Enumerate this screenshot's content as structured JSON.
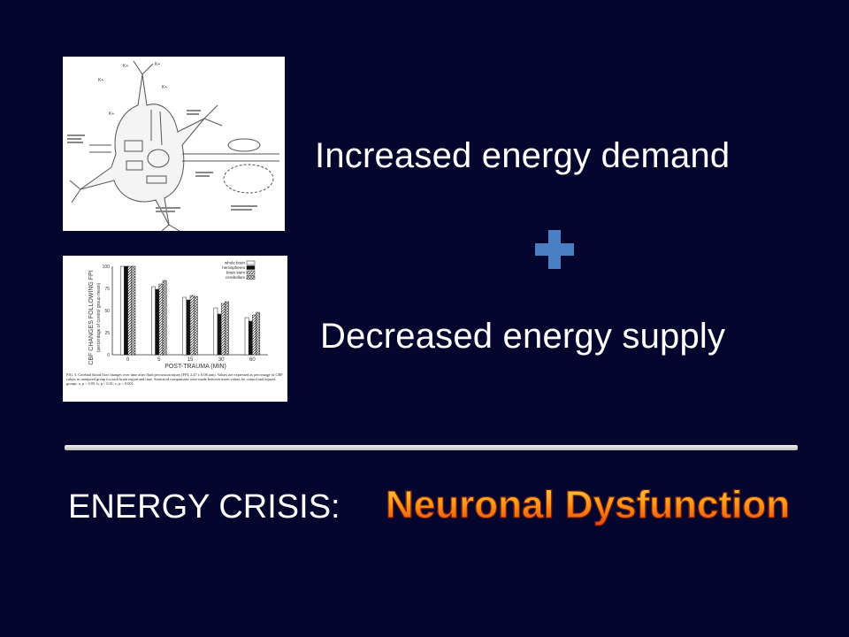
{
  "slide": {
    "demand_text": "Increased energy demand",
    "supply_text": "Decreased energy supply",
    "crisis_label": "ENERGY CRISIS:",
    "crisis_highlight": "Neuronal Dysfunction",
    "plus_icon": "plus-icon",
    "colors": {
      "background": "#05062e",
      "text": "#ffffff",
      "plus": "#4a7fc4",
      "highlight_top": "#ffd24a",
      "highlight_bottom": "#e2410f"
    }
  },
  "figure_neuron": {
    "labels": [
      "K+",
      "K+",
      "K+",
      "K+",
      "K+"
    ]
  },
  "figure_chart": {
    "chart_data": {
      "type": "bar",
      "ylabel": "CBF CHANGES FOLLOWING FPI",
      "ylabel2": "(percentage of control group mean)",
      "xlabel": "POST-TRAUMA (MIN)",
      "categories": [
        "0",
        "5",
        "15",
        "30",
        "60"
      ],
      "yticks": [
        "100",
        "75",
        "50",
        "25",
        "0"
      ],
      "ylim": [
        0,
        100
      ],
      "series": [
        {
          "name": "whole brain",
          "values": [
            100,
            77,
            65,
            53,
            42
          ]
        },
        {
          "name": "hemispheres",
          "values": [
            100,
            74,
            62,
            46,
            38
          ]
        },
        {
          "name": "brain stem",
          "values": [
            100,
            80,
            67,
            58,
            45
          ]
        },
        {
          "name": "cerebellum",
          "values": [
            100,
            84,
            66,
            60,
            48
          ]
        }
      ],
      "caption": "FIG. 3. Cerebral blood flow changes over time after fluid percussion injury (FPI, 2.47 ± 0.08 atm). Values are expressed as percentage of CBF values in uninjured group for each brain region and time. Statistical comparisons were made between mean values for control and injured groups. a, p < 0.05; b, p < 0.01; c, p < 0.001."
    }
  }
}
